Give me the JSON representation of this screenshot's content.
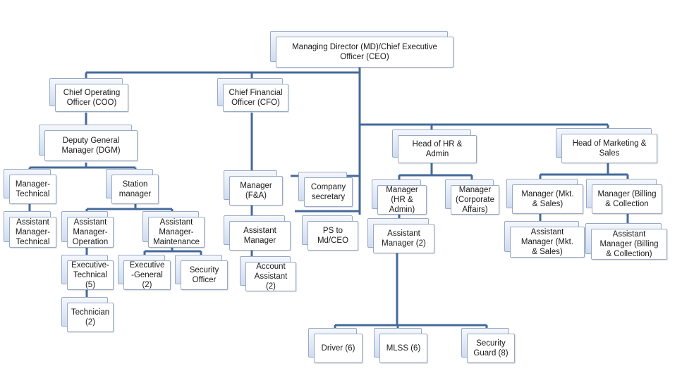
{
  "nodes": {
    "md": "Managing Director (MD)/Chief Executive\nOfficer (CEO)",
    "coo": "Chief Operating\nOfficer (COO)",
    "cfo": "Chief Financial\nOfficer (CFO)",
    "dgm": "Deputy General\nManager (DGM)",
    "mgr_tech": "Manager-\nTechnical",
    "asst_mgr_tech": "Assistant\nManager-\nTechnical",
    "station_mgr": "Station\nmanager",
    "asst_mgr_op": "Assistant\nManager-\nOperation",
    "asst_mgr_maint": "Assistant\nManager-\nMaintenance",
    "exec_tech": "Executive-\nTechnical\n(5)",
    "technician": "Technician (2)",
    "exec_gen": "Executive\n-General\n(2)",
    "security_officer": "Security\nOfficer",
    "mgr_fa": "Manager\n(F&A)",
    "asst_mgr": "Assistant\nManager",
    "acct_asst": "Account\nAssistant\n(2)",
    "company_sec": "Company\nsecretary",
    "ps_md": "PS to\nMd/CEO",
    "head_hr": "Head of HR &\nAdmin",
    "mgr_hr": "Manager\n(HR &\nAdmin)",
    "mgr_corp": "Manager\n(Corporate Affairs)",
    "asst_mgr_2": "Assistant\nManager (2)",
    "driver": "Driver (6)",
    "mlss": "MLSS (6)",
    "sec_guard": "Security\nGuard (8)",
    "head_mkt": "Head of Marketing &\nSales",
    "mgr_mkt": "Manager (Mkt.\n& Sales)",
    "asst_mgr_mkt": "Assistant\nManager (Mkt.\n& Sales)",
    "mgr_billing": "Manager (Billing\n& Collection",
    "asst_mgr_billing": "Assistant\nManager (Billing\n& Collection)"
  }
}
